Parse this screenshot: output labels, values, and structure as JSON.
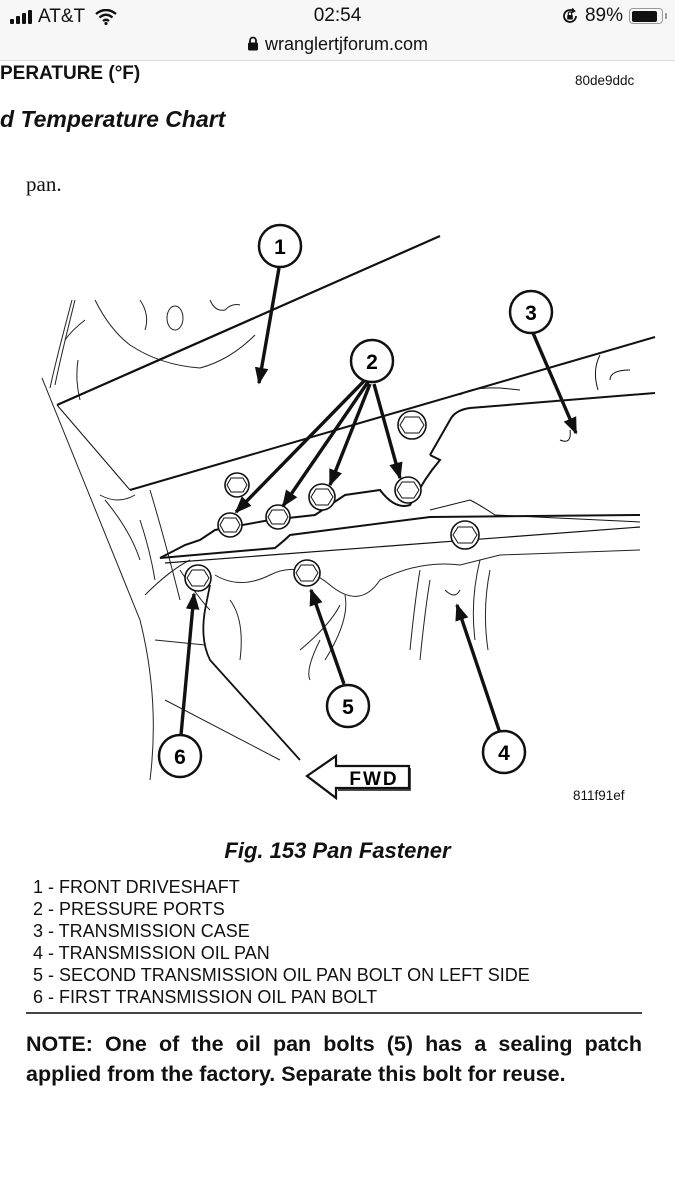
{
  "status_bar": {
    "carrier": "AT&T",
    "time": "02:54",
    "battery_percent": "89%",
    "battery_level": 0.89,
    "icons": [
      "signal-icon",
      "wifi-icon",
      "orientation-lock-icon",
      "battery-icon"
    ]
  },
  "browser": {
    "url": "wranglertjforum.com",
    "lock_icon": "lock-icon"
  },
  "page": {
    "header_fragment": "PERATURE (°F)",
    "header_image_id": "80de9ddc",
    "section_title_fragment": "d Temperature Chart",
    "body_fragment": "pan."
  },
  "figure": {
    "image_id": "811f91ef",
    "callouts": [
      "1",
      "2",
      "3",
      "4",
      "5",
      "6"
    ],
    "fwd_label": "FWD",
    "caption": "Fig. 153 Pan Fastener",
    "legend": [
      "1 - FRONT DRIVESHAFT",
      "2 - PRESSURE PORTS",
      "3 - TRANSMISSION CASE",
      "4 - TRANSMISSION OIL PAN",
      "5 - SECOND TRANSMISSION OIL PAN BOLT ON LEFT SIDE",
      "6 - FIRST TRANSMISSION OIL PAN BOLT"
    ]
  },
  "note": {
    "text": "NOTE: One of the oil pan bolts (5) has a sealing patch applied from the factory. Separate this bolt for reuse."
  }
}
